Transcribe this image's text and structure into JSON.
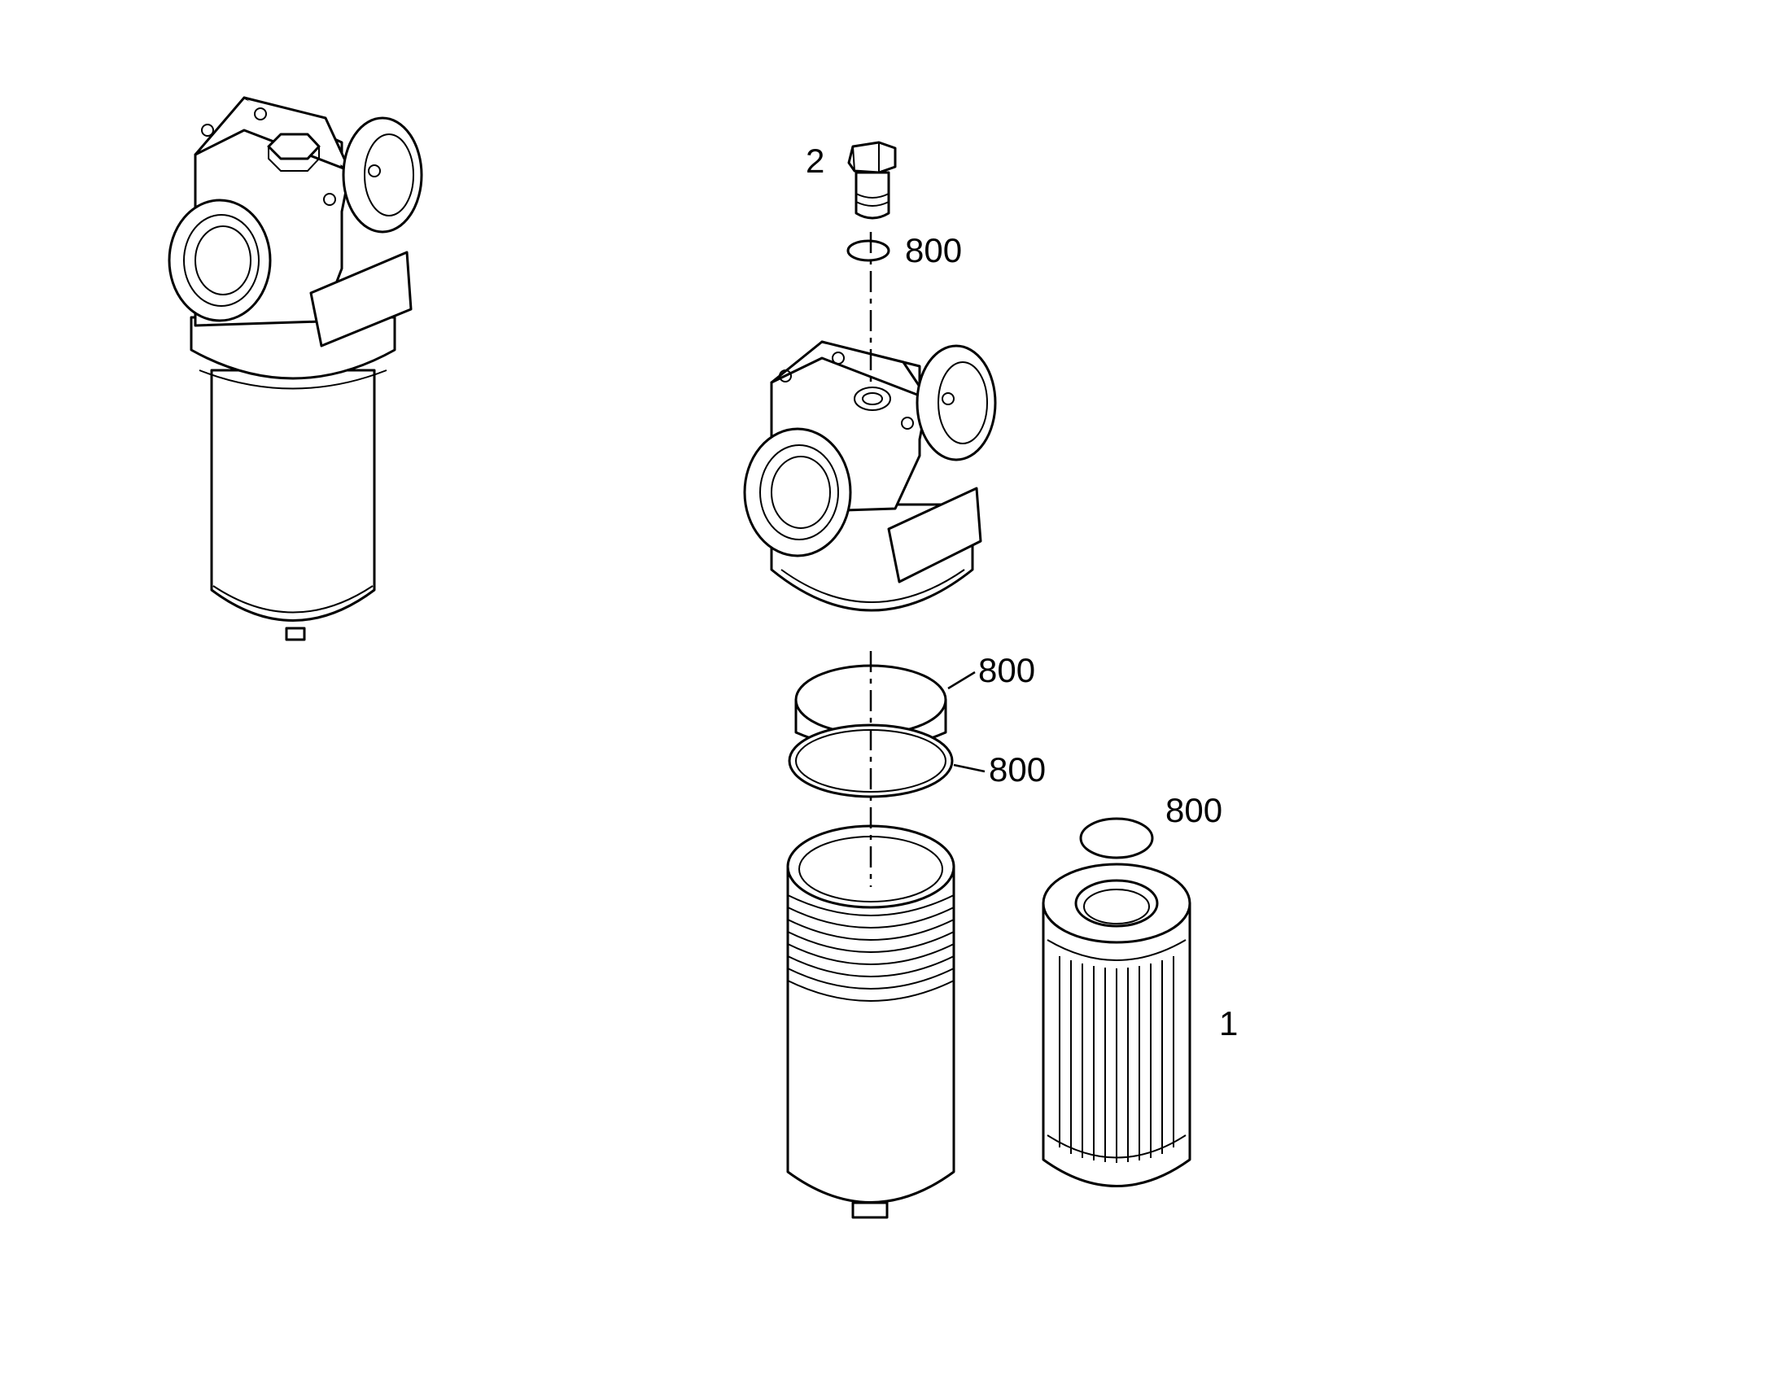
{
  "callouts": {
    "plug": "2",
    "plug_oring": "800",
    "bowl_backup_ring": "800",
    "bowl_oring": "800",
    "element_oring": "800",
    "element": "1"
  },
  "colors": {
    "line": "#000000",
    "background": "#ffffff"
  }
}
